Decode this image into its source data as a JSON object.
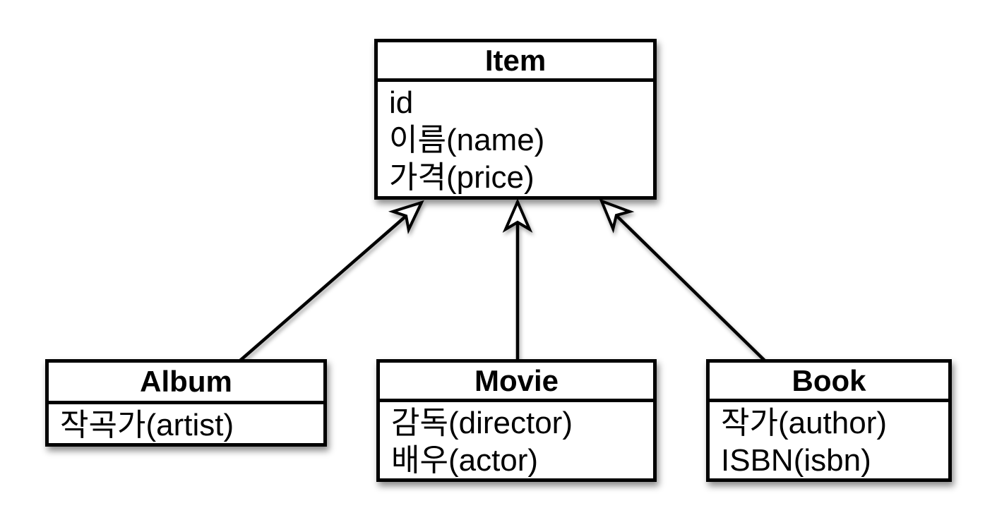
{
  "diagram": {
    "kind": "uml-class-diagram",
    "classes": {
      "item": {
        "name": "Item",
        "attributes": [
          "id",
          "이름(name)",
          "가격(price)"
        ]
      },
      "album": {
        "name": "Album",
        "attributes": [
          "작곡가(artist)"
        ]
      },
      "movie": {
        "name": "Movie",
        "attributes": [
          "감독(director)",
          "배우(actor)"
        ]
      },
      "book": {
        "name": "Book",
        "attributes": [
          "작가(author)",
          "ISBN(isbn)"
        ]
      }
    },
    "relations": [
      {
        "from": "Album",
        "to": "Item",
        "type": "generalization"
      },
      {
        "from": "Movie",
        "to": "Item",
        "type": "generalization"
      },
      {
        "from": "Book",
        "to": "Item",
        "type": "generalization"
      }
    ],
    "colors": {
      "stroke": "#000000",
      "box_fill": "#ffffff",
      "background": "#ffffff"
    }
  }
}
